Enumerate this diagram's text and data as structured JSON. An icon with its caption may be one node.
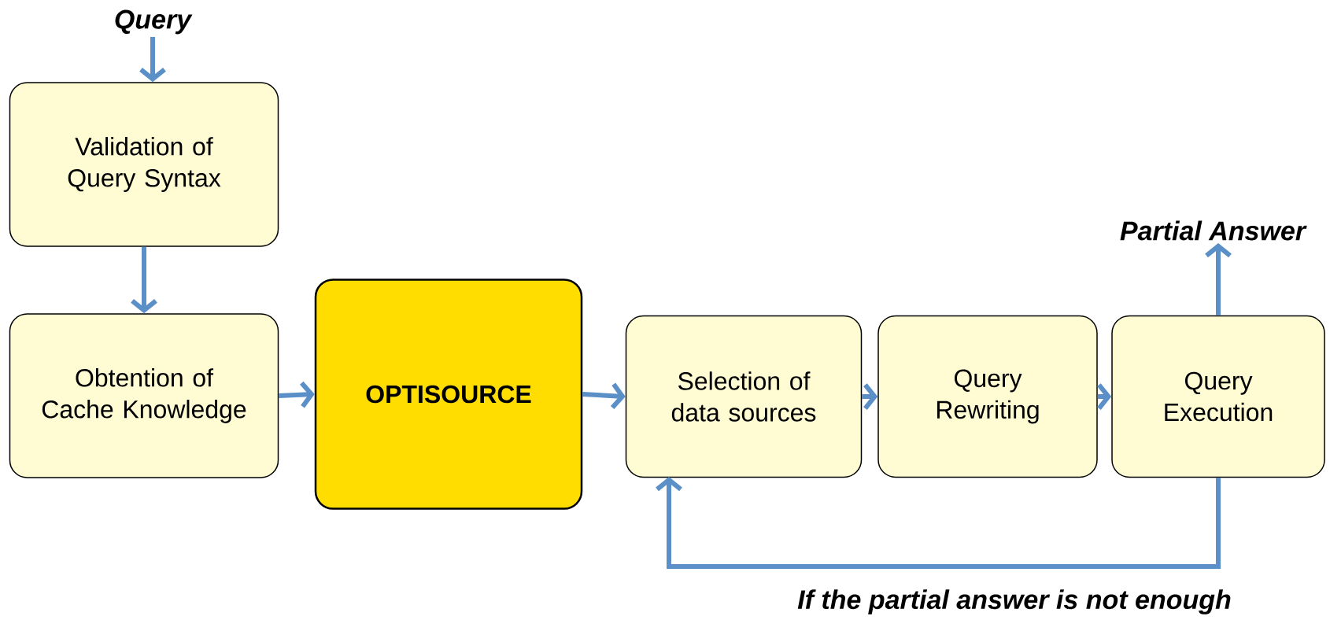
{
  "diagram": {
    "nodes": [
      {
        "text": [
          "Query"
        ]
      },
      {
        "text": [
          "Validation of Query Syntax"
        ]
      },
      {
        "text": [
          "Obtention of Cache Knowledge"
        ]
      },
      {
        "text": [
          "OPTISOURCE"
        ]
      },
      {
        "text": [
          "Selection of data sources"
        ]
      },
      {
        "text": [
          "Query Rewriting"
        ]
      },
      {
        "text": [
          "Query Execution"
        ]
      },
      {
        "text": [
          "Partial Answer"
        ]
      }
    ],
    "edges": [
      {
        "from": 0,
        "to": 1,
        "arrow": "to"
      },
      {
        "from": 1,
        "to": 2,
        "arrow": "to"
      },
      {
        "from": 2,
        "to": 3,
        "arrow": "to"
      },
      {
        "from": 3,
        "to": 4,
        "arrow": "to"
      },
      {
        "from": 4,
        "to": 5,
        "arrow": "to"
      },
      {
        "from": 5,
        "to": 6,
        "arrow": "to"
      },
      {
        "from": 6,
        "to": 7,
        "arrow": "to"
      },
      {
        "from": 6,
        "to": 4,
        "arrow": "to",
        "label": "If the partial answer is not enough"
      }
    ]
  }
}
